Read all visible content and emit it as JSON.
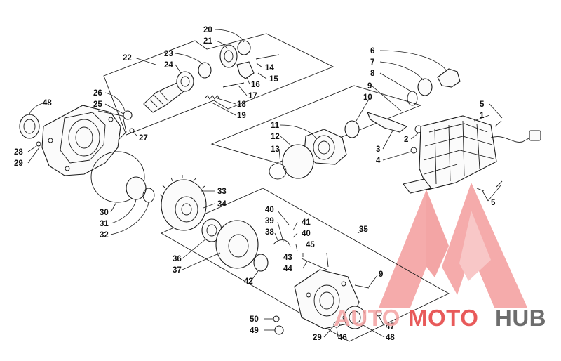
{
  "watermark": {
    "brand_a": "AUTO",
    "brand_b": "MOTO",
    "brand_c": "HUB",
    "color_light": "#f4a3a3",
    "color_red": "#e85a5a",
    "color_dark": "#6d6d6d"
  },
  "callouts": {
    "c1": "1",
    "c2": "2",
    "c3": "3",
    "c4": "4",
    "c5a": "5",
    "c5b": "5",
    "c6": "6",
    "c7": "7",
    "c8": "8",
    "c9a": "9",
    "c9b": "9",
    "c10": "10",
    "c11": "11",
    "c12": "12",
    "c13": "13",
    "c14": "14",
    "c15": "15",
    "c16": "16",
    "c17": "17",
    "c18": "18",
    "c19": "19",
    "c20": "20",
    "c21": "21",
    "c22": "22",
    "c23": "23",
    "c24": "24",
    "c25": "25",
    "c26": "26",
    "c27": "27",
    "c28": "28",
    "c29a": "29",
    "c29b": "29",
    "c30": "30",
    "c31": "31",
    "c32": "32",
    "c33": "33",
    "c34": "34",
    "c35": "35",
    "c36": "36",
    "c37": "37",
    "c38": "38",
    "c39": "39",
    "c40a": "40",
    "c40b": "40",
    "c41": "41",
    "c42": "42",
    "c43": "43",
    "c44": "44",
    "c45": "45",
    "c46": "46",
    "c47": "47",
    "c48a": "48",
    "c48b": "48",
    "c49": "49",
    "c50": "50"
  }
}
